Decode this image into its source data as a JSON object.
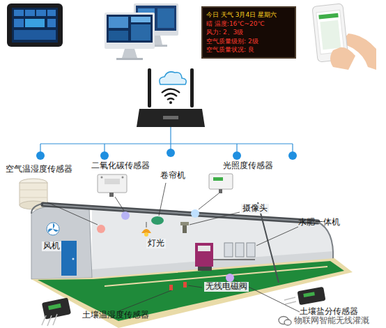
{
  "diagram": {
    "nodes": [
      {
        "text": [
          "今日 天气 3月4日 星期六",
          "晴 温度:16℃~20℃",
          "风力: 2、3级",
          "空气质量级别: 2级",
          "空气质量状况: 良"
        ]
      }
    ],
    "labels": [
      "空气温湿度传感器",
      "二氧化碳传感器",
      "卷帘机",
      "光照度传感器",
      "摄像头",
      "风机",
      "灯光",
      "水肥一体机",
      "无线电磁阀",
      "土壤温湿度传感器",
      "土壤盐分传感器",
      "物联网智能无线灌溉"
    ]
  }
}
